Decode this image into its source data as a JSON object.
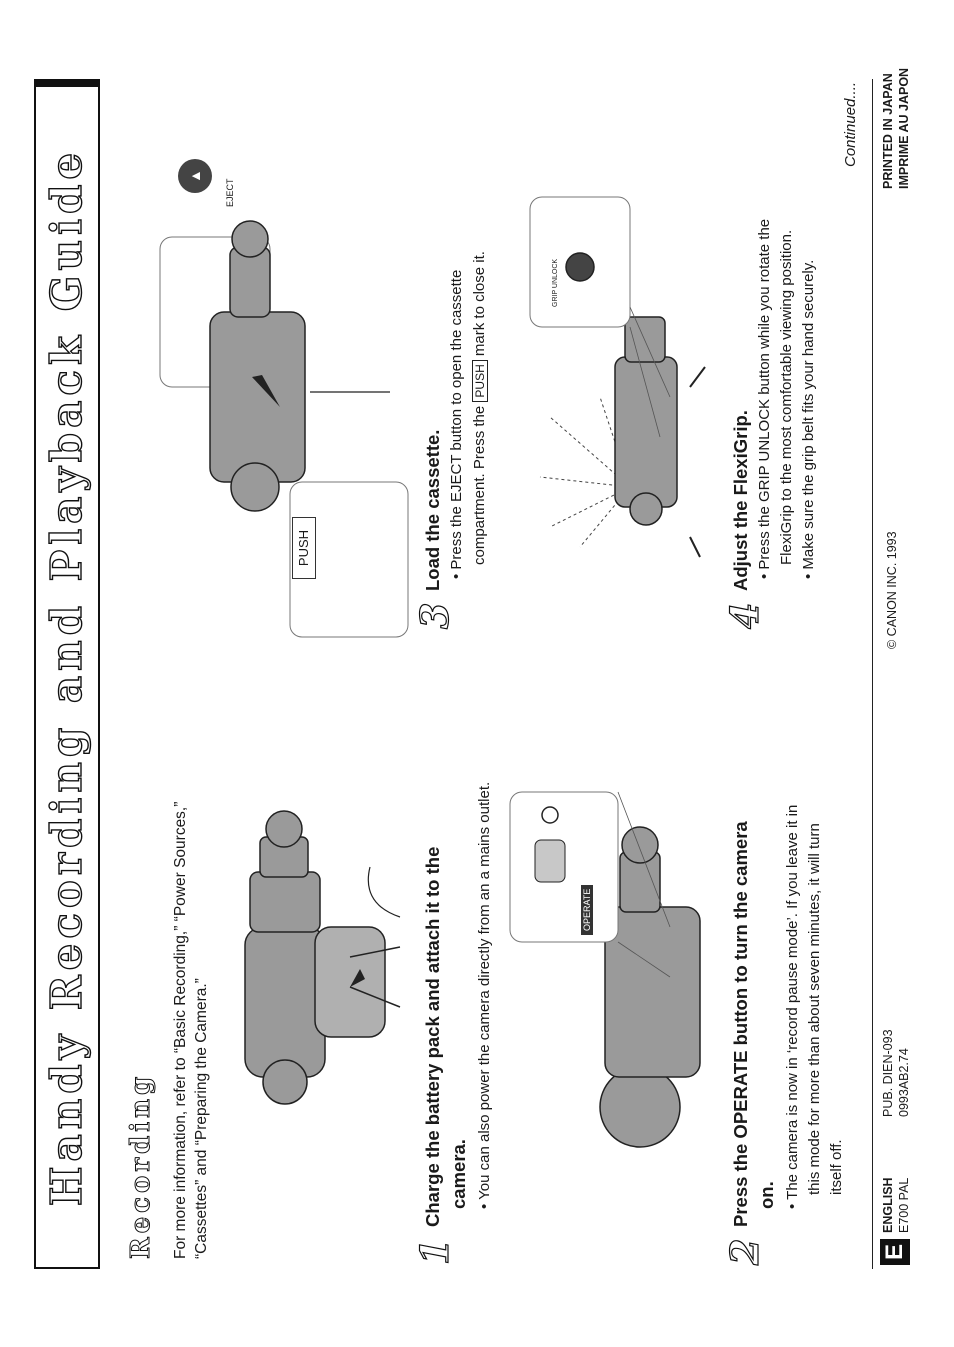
{
  "title": "Handy Recording and Playback Guide",
  "section": {
    "heading": "Recording",
    "intro_line1": "For more information, refer to “Basic Recording,” “Power Sources,”",
    "intro_line2": "“Cassettes” and “Preparing the Camera.”"
  },
  "steps": [
    {
      "number": "1",
      "heading_line1": "Charge the battery pack and attach it to the",
      "heading_line2": "camera.",
      "bullets": [
        "You can also power the camera directly from an a mains outlet."
      ]
    },
    {
      "number": "2",
      "heading_line1": "Press the OPERATE button to turn the camera",
      "heading_line2": "on.",
      "bullet_lines": [
        "The camera is now in ‘record pause mode’. If you leave it in",
        "this mode for more than about seven minutes, it will turn",
        "itself off."
      ]
    },
    {
      "number": "3",
      "heading": "Load the cassette.",
      "bullet_line1": "Press the EJECT button to open the cassette",
      "bullet_line2_before": "compartment. Press the",
      "bullet_line2_badge": "PUSH",
      "bullet_line2_after": "mark to close it."
    },
    {
      "number": "4",
      "heading": "Adjust the FlexiGrip.",
      "bullet_lines": [
        "Press the GRIP UNLOCK button while you rotate the",
        "FlexiGrip to the most comfortable viewing position.",
        "Make sure the grip belt fits your hand securely."
      ]
    }
  ],
  "illustrations": {
    "operate_label": "OPERATE",
    "push_label": "PUSH",
    "eject_label": "EJECT",
    "grip_unlock_label": "GRIP UNLOCK",
    "battery_icon": "battery-camera-illustration",
    "camera_icon": "camcorder-illustration"
  },
  "footer": {
    "language_badge": "E",
    "language": "ENGLISH",
    "model": "E700 PAL",
    "pub": "PUB. DIEN-093",
    "code": "0993AB2.74",
    "copyright": "© CANON INC. 1993",
    "continued": "Continued....",
    "printed_en": "PRINTED IN JAPAN",
    "printed_fr": "IMPRIME AU JAPON"
  },
  "colors": {
    "ink": "#1a1a1a",
    "panel_border": "#777777",
    "illustration_gray": "#8a8a8a"
  }
}
